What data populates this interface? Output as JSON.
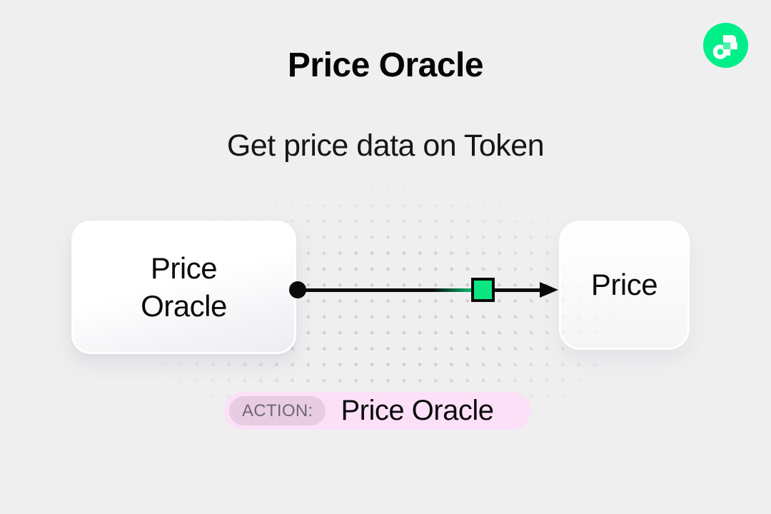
{
  "page": {
    "title": "Price Oracle",
    "subtitle": "Get price data on Token",
    "background_color": "#efeff0",
    "dot_color": "#cdced2"
  },
  "logo": {
    "name": "flow-logo",
    "brand_color": "#00ef8b",
    "accent_square_color": "#50f2aa"
  },
  "diagram": {
    "nodes": [
      {
        "id": "source",
        "label": "Price Oracle"
      },
      {
        "id": "target",
        "label": "Price"
      }
    ],
    "edge": {
      "from": "Price Oracle",
      "to": "Price",
      "direction": "right",
      "marker_color": "#0ce682",
      "line_color": "#0a0a0a"
    }
  },
  "action_badge": {
    "label": "ACTION:",
    "value": "Price Oracle",
    "pill_color": "#fce0f8",
    "label_pill_color": "#e8cce2",
    "label_text_color": "#6e6873"
  }
}
